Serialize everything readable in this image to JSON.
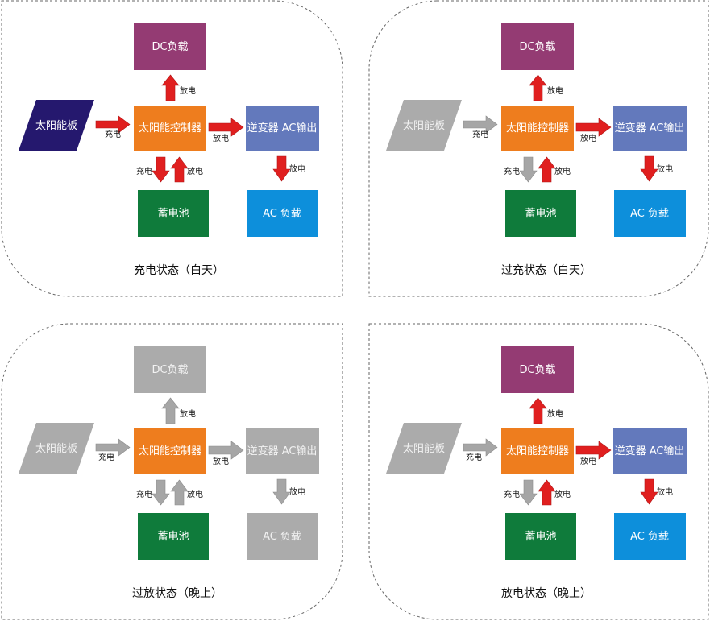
{
  "labels": {
    "solar": "太阳能板",
    "controller": "太阳能控制器",
    "dc_load": "DC负载",
    "inverter": "逆变器 AC输出",
    "ac_load": "AC 负载",
    "battery": "蓄电池",
    "charge": "充电",
    "discharge": "放电"
  },
  "colors": {
    "solar": "#25186e",
    "controller": "#ee7d1e",
    "dc_load": "#943b73",
    "inverter": "#6379bc",
    "ac_load": "#0d8fdb",
    "battery": "#0f7b3b",
    "arrow_active": "#e01f1f",
    "arrow_inactive": "#a6a6a6",
    "inactive_fill": "#ababab"
  },
  "panels": [
    {
      "caption": "充电状态（白天）",
      "active": {
        "solar": true,
        "dc_load": true,
        "inverter": true,
        "ac_load": true
      },
      "arrows": {
        "solar_to_controller": "active",
        "controller_to_dc": "active",
        "controller_to_inverter": "active",
        "inverter_to_ac": "active",
        "controller_to_battery": "active",
        "battery_to_controller": "active"
      }
    },
    {
      "caption": "过充状态（白天）",
      "active": {
        "solar": false,
        "dc_load": true,
        "inverter": true,
        "ac_load": true
      },
      "arrows": {
        "solar_to_controller": "inactive",
        "controller_to_dc": "active",
        "controller_to_inverter": "active",
        "inverter_to_ac": "active",
        "controller_to_battery": "inactive",
        "battery_to_controller": "active"
      }
    },
    {
      "caption": "过放状态（晚上）",
      "active": {
        "solar": false,
        "dc_load": false,
        "inverter": false,
        "ac_load": false
      },
      "arrows": {
        "solar_to_controller": "inactive",
        "controller_to_dc": "inactive",
        "controller_to_inverter": "inactive",
        "inverter_to_ac": "inactive",
        "controller_to_battery": "inactive",
        "battery_to_controller": "inactive"
      }
    },
    {
      "caption": "放电状态（晚上）",
      "active": {
        "solar": false,
        "dc_load": true,
        "inverter": true,
        "ac_load": true
      },
      "arrows": {
        "solar_to_controller": "inactive",
        "controller_to_dc": "active",
        "controller_to_inverter": "active",
        "inverter_to_ac": "active",
        "controller_to_battery": "inactive",
        "battery_to_controller": "active"
      }
    }
  ]
}
